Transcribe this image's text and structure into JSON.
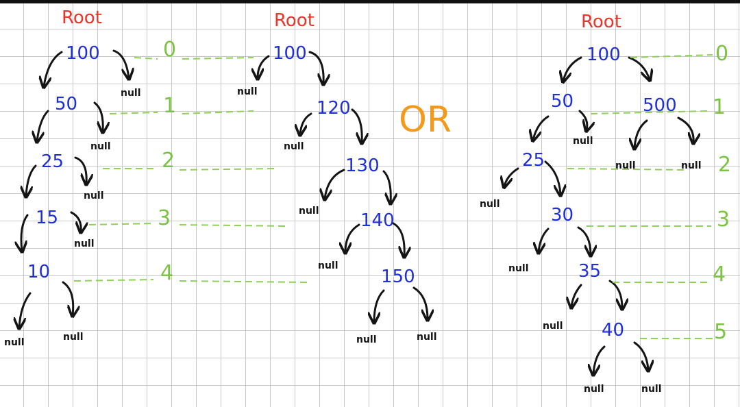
{
  "diagram": {
    "or_text": "OR",
    "trees": [
      {
        "root_label": "Root",
        "nodes": [
          {
            "id": "t1-100",
            "value": "100"
          },
          {
            "id": "t1-50",
            "value": "50"
          },
          {
            "id": "t1-25",
            "value": "25"
          },
          {
            "id": "t1-15",
            "value": "15"
          },
          {
            "id": "t1-10",
            "value": "10"
          }
        ],
        "levels": [
          "0",
          "1",
          "2",
          "3",
          "4"
        ]
      },
      {
        "root_label": "Root",
        "nodes": [
          {
            "id": "t2-100",
            "value": "100"
          },
          {
            "id": "t2-120",
            "value": "120"
          },
          {
            "id": "t2-130",
            "value": "130"
          },
          {
            "id": "t2-140",
            "value": "140"
          },
          {
            "id": "t2-150",
            "value": "150"
          }
        ],
        "levels": []
      },
      {
        "root_label": "Root",
        "nodes": [
          {
            "id": "t3-100",
            "value": "100"
          },
          {
            "id": "t3-50",
            "value": "50"
          },
          {
            "id": "t3-500",
            "value": "500"
          },
          {
            "id": "t3-25",
            "value": "25"
          },
          {
            "id": "t3-30",
            "value": "30"
          },
          {
            "id": "t3-35",
            "value": "35"
          },
          {
            "id": "t3-40",
            "value": "40"
          }
        ],
        "levels": [
          "0",
          "1",
          "2",
          "3",
          "4",
          "5"
        ]
      }
    ],
    "null_text": "null"
  }
}
